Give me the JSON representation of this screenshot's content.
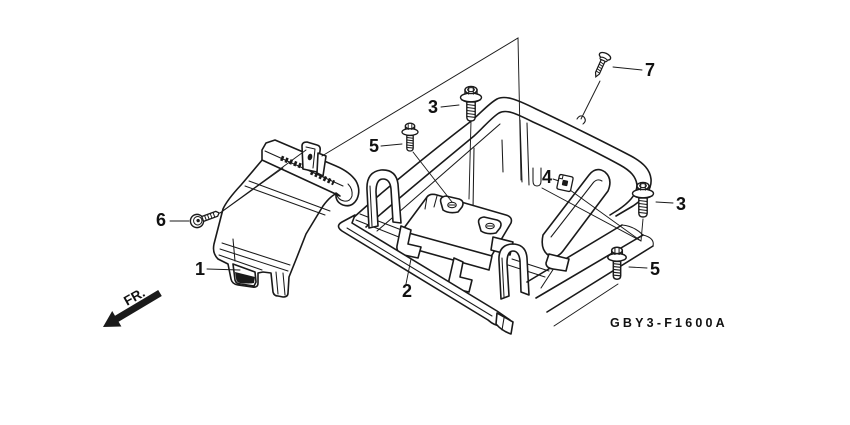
{
  "page": {
    "background": "#ffffff",
    "ink": "#1a1a1a"
  },
  "labels": {
    "front_direction": "FR.",
    "diagram_code": "GBY3-F1600A"
  },
  "callouts": {
    "item1": "1",
    "item2": "2",
    "item3_left": "3",
    "item3_right": "3",
    "item4": "4",
    "item5_left": "5",
    "item5_right": "5",
    "item6": "6",
    "item7": "7"
  },
  "icons": {
    "front_arrow": "solid-arrow-pointing-lower-left",
    "bolt_large": "flange-bolt",
    "bolt_small": "flange-bolt-small",
    "screw_flat": "flat-head-screw",
    "screw_tapping": "pan-head-tapping-screw",
    "clip": "clip-nut"
  }
}
